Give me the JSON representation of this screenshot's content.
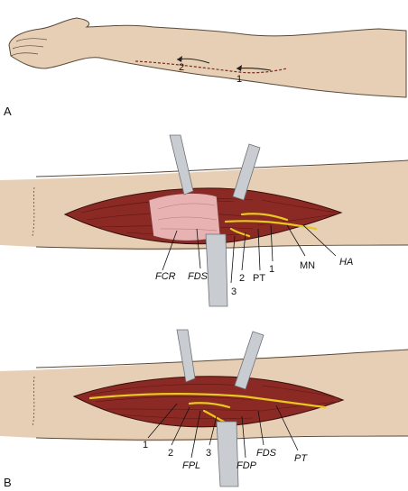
{
  "panels": [
    {
      "id": "A",
      "label": "A"
    },
    {
      "id": "B",
      "label": "B"
    }
  ],
  "panel_a": {
    "arrow_labels": [
      "2",
      "1"
    ]
  },
  "panel_b_top": {
    "labels": [
      "FCR",
      "FDS",
      "3",
      "2",
      "PT",
      "1",
      "MN",
      "HA"
    ]
  },
  "panel_b_bottom": {
    "labels": [
      "1",
      "2",
      "FPL",
      "3",
      "FDP",
      "FDS",
      "PT"
    ]
  },
  "colors": {
    "skin": "#e6cfb5",
    "skin_outline": "#5a4a3a",
    "muscle": "#8b2a24",
    "muscle_dark": "#5e1512",
    "fds_pink": "#e8b2b2",
    "nerve": "#e8c820",
    "retractor": "#c9ccd0",
    "retractor_dark": "#6d7278"
  }
}
